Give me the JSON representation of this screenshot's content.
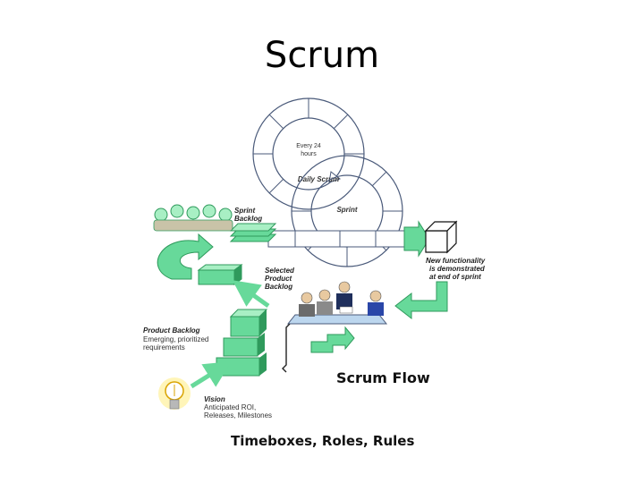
{
  "slide": {
    "title": "Scrum"
  },
  "diagram": {
    "cycle_small": {
      "line1": "Every 24",
      "line2": "hours"
    },
    "daily_scrum": "Daily Scrum",
    "sprint": "Sprint",
    "sprint_backlog": {
      "line1": "Sprint",
      "line2": "Backlog"
    },
    "selected_product_backlog": {
      "line1": "Selected",
      "line2": "Product",
      "line3": "Backlog"
    },
    "new_functionality": {
      "line1": "New functionality",
      "line2": "is demonstrated",
      "line3": "at end of sprint"
    },
    "product_backlog": {
      "title": "Product Backlog",
      "line1": "Emerging, prioritized",
      "line2": "requirements"
    },
    "vision": {
      "title": "Vision",
      "line1": "Anticipated ROI,",
      "line2": "Releases, Milestones"
    },
    "flow_title": "Scrum Flow",
    "footer": "Timeboxes, Roles, Rules"
  },
  "colors": {
    "green": "#67d99a",
    "green_dark": "#2f9a5c",
    "green_light": "#a8efc4",
    "blue_stroke": "#4a5a7a",
    "table_blue": "#bcd6ee"
  }
}
